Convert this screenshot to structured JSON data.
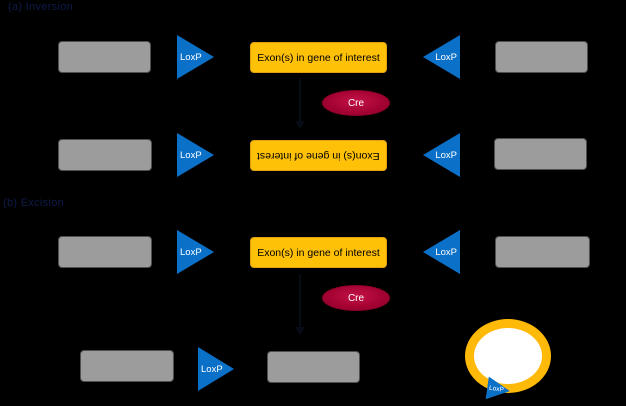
{
  "colors": {
    "background": "#000000",
    "loxp_blue": "#0b70c8",
    "exon_yellow": "#ffc008",
    "exon_border": "#dfa014",
    "cre_crimson": "#a50333",
    "segment_gray": "#9c9c9c",
    "circle_ring": "#ffb908",
    "circle_fill": "#ffffff"
  },
  "sections": {
    "a": "(a) Inversion",
    "b": "(b) Excision"
  },
  "labels": {
    "loxp": "LoxP",
    "exon": "Exon(s) in gene of interest",
    "cre": "Cre"
  }
}
